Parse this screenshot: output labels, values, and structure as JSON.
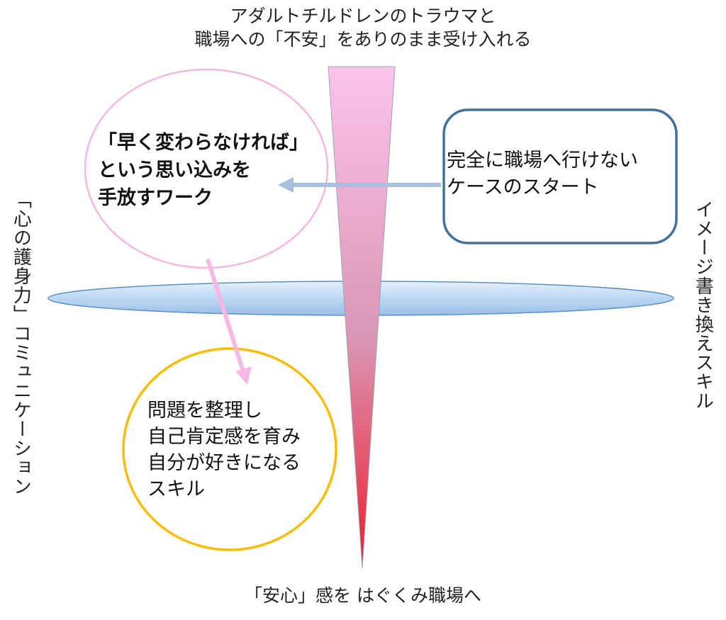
{
  "top_label": {
    "line1": "アダルトチルドレンのトラウマと",
    "line2": "職場への「不安」をありのまま受け入れる"
  },
  "bottom_label": "「安心」感を  はぐくみ職場へ",
  "left_label": "「心の護身力」コミュニケーション",
  "right_label": "イメージ書き換えスキル",
  "pink_circle": {
    "line1": "「早く変わらなければ」",
    "line2": "という思い込みを",
    "line3": "手放すワーク",
    "border_color": "#f4b8e0"
  },
  "blue_box": {
    "line1": "完全に職場へ行けない",
    "line2": "ケースのスタート",
    "border_color": "#41719c"
  },
  "yellow_circle": {
    "line1": "問題を整理し",
    "line2": "自己肯定感を育み",
    "line3": "自分が好きになる",
    "line4": "スキル",
    "border_color": "#fbbc05"
  },
  "colors": {
    "triangle_top": "#fcc3ea",
    "triangle_bottom": "#ee1b2a",
    "ellipse_fill": "#bcd7f2",
    "ellipse_border": "#5b8fc6",
    "blue_arrow": "#a8c0e0",
    "pink_arrow": "#f6b8e4"
  }
}
